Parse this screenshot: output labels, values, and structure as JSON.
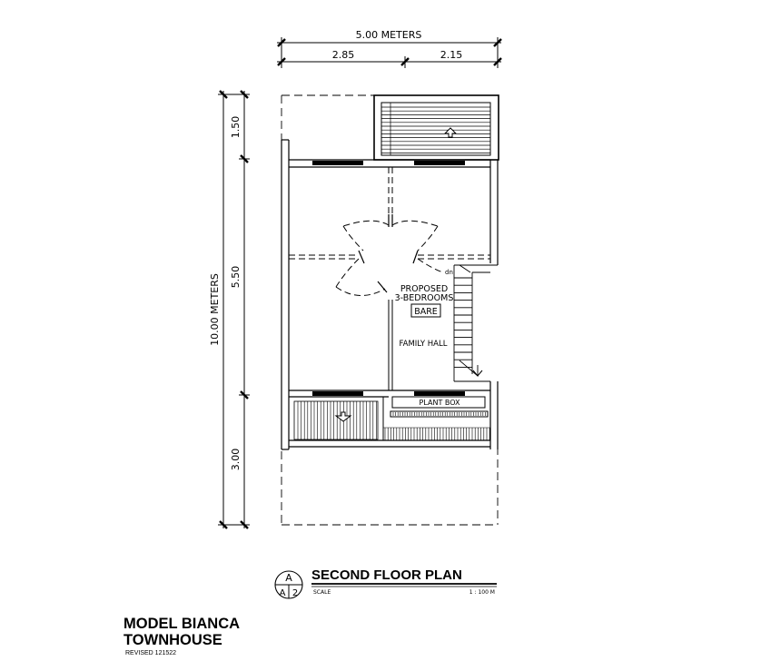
{
  "dimensions": {
    "total_width": "5.00 METERS",
    "width_left": "2.85",
    "width_right": "2.15",
    "total_depth": "10.00 METERS",
    "depth_top": "1.50",
    "depth_middle": "5.50",
    "depth_bottom": "3.00"
  },
  "labels": {
    "proposed_line1": "PROPOSED",
    "proposed_line2": "3-BEDROOMS",
    "bare": "BARE",
    "family_hall": "FAMILY HALL",
    "plant_box": "PLANT BOX",
    "stair_down": "dn"
  },
  "drawing": {
    "marker_top": "A",
    "marker_bottom": "A",
    "marker_sheet": "2",
    "title": "SECOND FLOOR PLAN",
    "scale_label": "SCALE",
    "scale_value": "1 : 100 M"
  },
  "title_block": {
    "model_line1": "MODEL BIANCA",
    "model_line2": "TOWNHOUSE",
    "revised": "REVISED 121522"
  }
}
